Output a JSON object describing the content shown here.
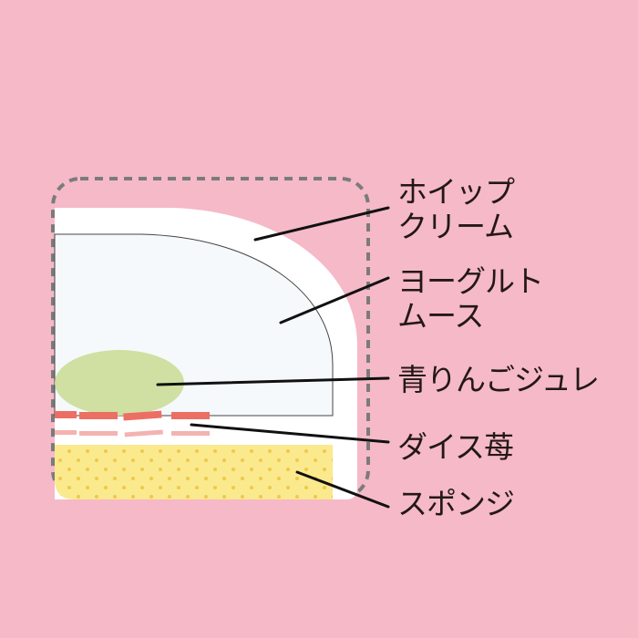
{
  "labels": {
    "whip_cream_line1": "ホイップ",
    "whip_cream_line2": "クリーム",
    "yogurt_mousse_line1": "ヨーグルト",
    "yogurt_mousse_line2": "ムース",
    "apple_jelly": "青りんごジュレ",
    "diced_strawberry": "ダイス苺",
    "sponge": "スポンジ"
  },
  "colors": {
    "background": "#f5b9c8",
    "cream": "#ffffff",
    "mousse": "#f5f9fc",
    "jelly": "#cfe0a2",
    "strawberry": "#ec6f64",
    "sponge": "#fbe98e",
    "sponge_dots": "#efc94a"
  }
}
